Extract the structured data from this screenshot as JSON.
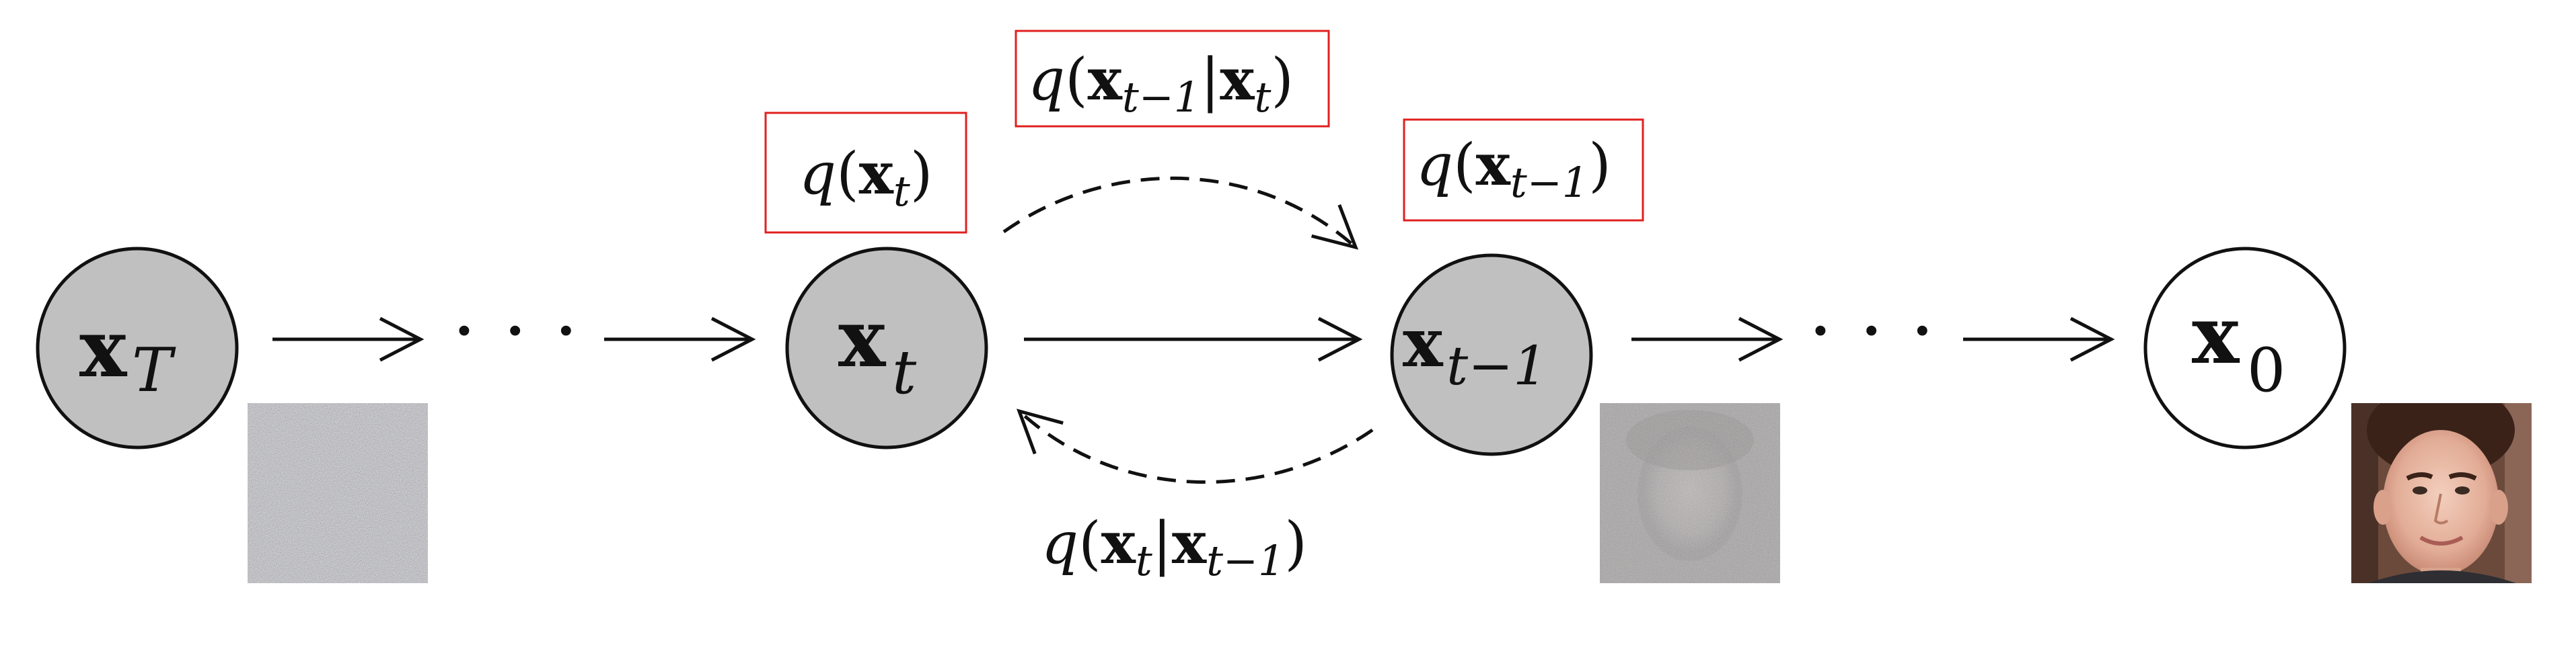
{
  "nodes": [
    {
      "id": "xT",
      "symbol": "x",
      "subscript": "T",
      "fill": "#c0c0c0"
    },
    {
      "id": "xt",
      "symbol": "x",
      "subscript": "t",
      "fill": "#c0c0c0"
    },
    {
      "id": "xt1",
      "symbol": "x",
      "subscript": "t−1",
      "fill": "#c0c0c0"
    },
    {
      "id": "x0",
      "symbol": "x",
      "subscript": "0",
      "fill": "#ffffff"
    }
  ],
  "ellipsis": [
    "· · ·",
    "· · ·"
  ],
  "labels": {
    "q_xt": {
      "fn": "q",
      "arg": "x",
      "sub": "t"
    },
    "q_xt1": {
      "fn": "q",
      "arg": "x",
      "sub": "t−1"
    },
    "q_rev": {
      "fn": "q",
      "arg1": "x",
      "sub1": "t−1",
      "bar": "|",
      "arg2": "x",
      "sub2": "t"
    },
    "q_fwd": {
      "fn": "q",
      "arg1": "x",
      "sub1": "t",
      "bar": "|",
      "arg2": "x",
      "sub2": "t−1"
    }
  },
  "images": {
    "noise_full": "pure-noise-image",
    "noise_partial": "noisy-face-image",
    "clean_face": "clean-face-photo"
  },
  "colors": {
    "node_filled": "#c0c0c0",
    "node_clean": "#ffffff",
    "box_border": "#e02020",
    "line": "#111111"
  }
}
